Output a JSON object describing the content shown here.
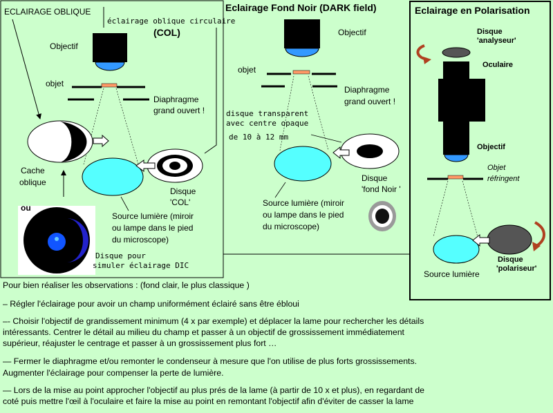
{
  "oblique": {
    "title": "ECLAIRAGE OBLIQUE",
    "col_title": "éclairage oblique circulaire",
    "col_abbr": "(COL)",
    "objectif": "Objectif",
    "objet": "objet",
    "diaphragme_1": "Diaphragme",
    "diaphragme_2": "grand ouvert !",
    "cache_1": "Cache",
    "cache_2": "oblique",
    "disque_1": "Disque",
    "disque_2": "'COL'",
    "source_1": "Source lumière (miroir",
    "source_2": "ou lampe dans le pied",
    "source_3": "du microscope)",
    "ou": "ou",
    "dic_1": "Disque pour",
    "dic_2": "simuler éclairage DIC"
  },
  "darkfield": {
    "title": "Eclairage Fond Noir (DARK field)",
    "objectif": "Objectif",
    "objet": "objet",
    "diaphragme_1": "Diaphragme",
    "diaphragme_2": "grand ouvert !",
    "disque_transp_1": "disque transparent",
    "disque_transp_2": "avec centre opaque",
    "disque_transp_3": "de 10 à 12 mm",
    "disque_1": "Disque",
    "disque_2": "'fond Noir '",
    "source_1": "Source lumière (miroir",
    "source_2": "ou lampe dans le pied",
    "source_3": "du microscope)"
  },
  "polarisation": {
    "title": "Eclairage en Polarisation",
    "analyseur_1": "Disque",
    "analyseur_2": "'analyseur'",
    "oculaire": "Oculaire",
    "objectif": "Objectif",
    "objet_1": "Objet",
    "objet_2": "réfringent",
    "polariseur_1": "Disque",
    "polariseur_2": "'polariseur'",
    "source": "Source lumière"
  },
  "text": {
    "p1": "Pour bien réaliser les observations : (fond clair, le  plus classique )",
    "p2": "–  Régler l'éclairage pour avoir un champ uniformément éclairé sans être ébloui",
    "p3a": "–- Choisir l'objectif de grandissement  minimum (4 x par exemple) et déplacer la lame pour rechercher les détails",
    "p3b": "intéressants. Centrer le détail au milieu du champ et passer à un objectif de grossissement immédiatement",
    "p3c": "supérieur, réajuster le centrage et passer à un grossissement plus fort …",
    "p4a": "— Fermer le diaphragme et/ou remonter le condenseur à mesure que l'on utilise de plus forts grossissements.",
    "p4b": "Augmenter l'éclairage pour compenser la perte de lumière.",
    "p5a": "— Lors de la mise au point approcher l'objectif au plus prés de la lame (à partir de 10 x et plus), en regardant de",
    "p5b": "coté puis mettre l'œil à l'oculaire et faire la mise au point en remontant l'objectif afin d'éviter de casser la lame"
  },
  "colors": {
    "background": "#ccffcc",
    "light": "#55ddff",
    "lens": "#3399ff",
    "object": "#ff9966"
  }
}
